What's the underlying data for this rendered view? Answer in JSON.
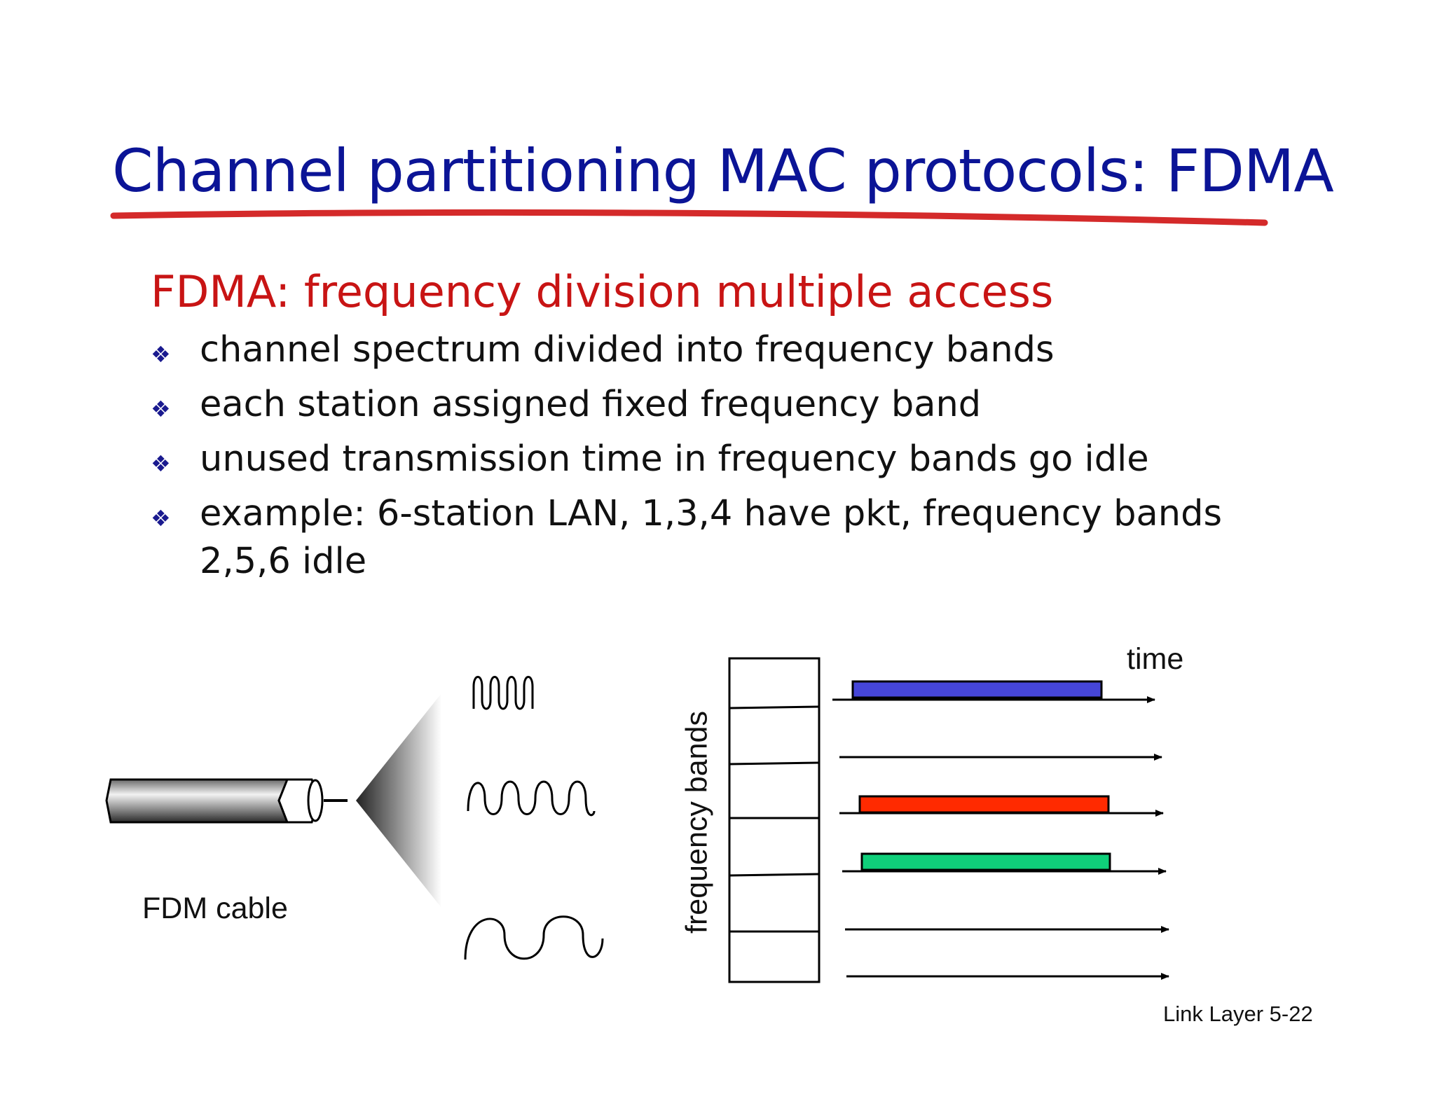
{
  "slide": {
    "title": "Channel partitioning MAC protocols: FDMA",
    "subtitle": "FDMA: frequency division multiple access",
    "bullets": [
      "channel spectrum divided into frequency bands",
      "each station assigned fixed frequency band",
      "unused transmission time in frequency bands go idle",
      "example: 6-station LAN, 1,3,4 have pkt, frequency bands 2,5,6 idle"
    ],
    "bullet_marker": "❖",
    "footer": "Link Layer  5-22"
  },
  "figure": {
    "cable_label": "FDM cable",
    "time_label": "time",
    "freq_axis_label": "frequency bands",
    "bands": [
      {
        "band": 1,
        "has_packet": true,
        "color": "#4646d8"
      },
      {
        "band": 2,
        "has_packet": false,
        "color": null
      },
      {
        "band": 3,
        "has_packet": true,
        "color": "#ff2a00"
      },
      {
        "band": 4,
        "has_packet": true,
        "color": "#0fcf7a"
      },
      {
        "band": 5,
        "has_packet": false,
        "color": null
      },
      {
        "band": 6,
        "has_packet": false,
        "color": null
      }
    ]
  },
  "colors": {
    "title": "#0b1496",
    "subtitle": "#c81414",
    "underline": "#d42a2a"
  }
}
